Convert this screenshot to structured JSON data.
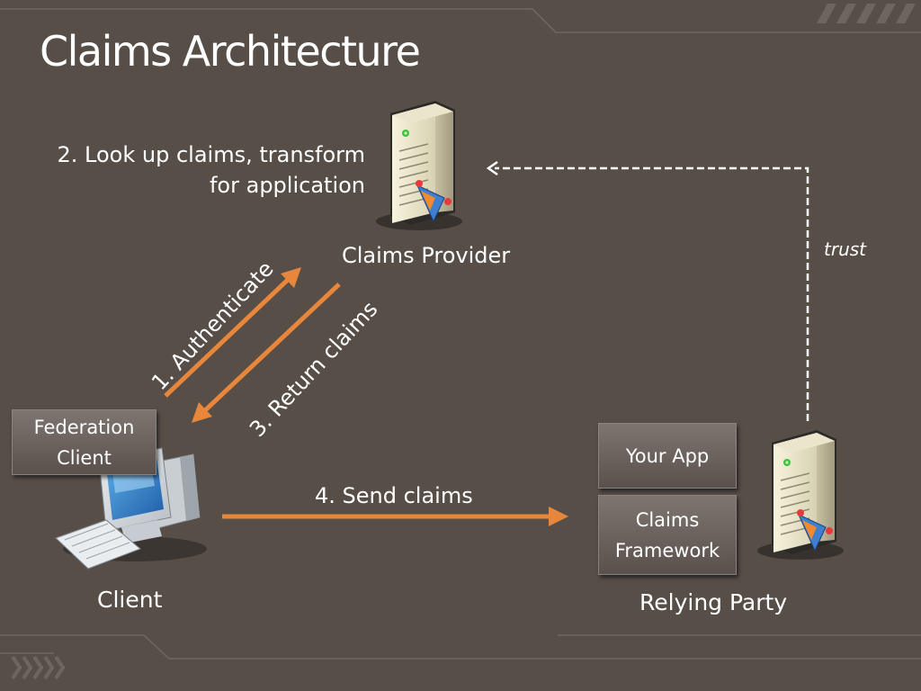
{
  "title": "Claims Architecture",
  "steps": {
    "step1": "1. Authenticate",
    "step2": "2. Look up claims, transform for application",
    "step3": "3. Return claims",
    "step4": "4. Send claims"
  },
  "nodes": {
    "claims_provider": "Claims Provider",
    "client": "Client",
    "relying_party": "Relying Party",
    "federation_client": "Federation Client",
    "your_app": "Your App",
    "claims_framework": "Claims Framework"
  },
  "trust_label": "trust",
  "colors": {
    "background": "#574e48",
    "arrow": "#e8873b",
    "trust_line": "#ffffff",
    "box": "#6e6560"
  },
  "icons": {
    "claims_provider": "server-icon",
    "relying_party": "server-icon",
    "client": "desktop-computer-icon"
  }
}
